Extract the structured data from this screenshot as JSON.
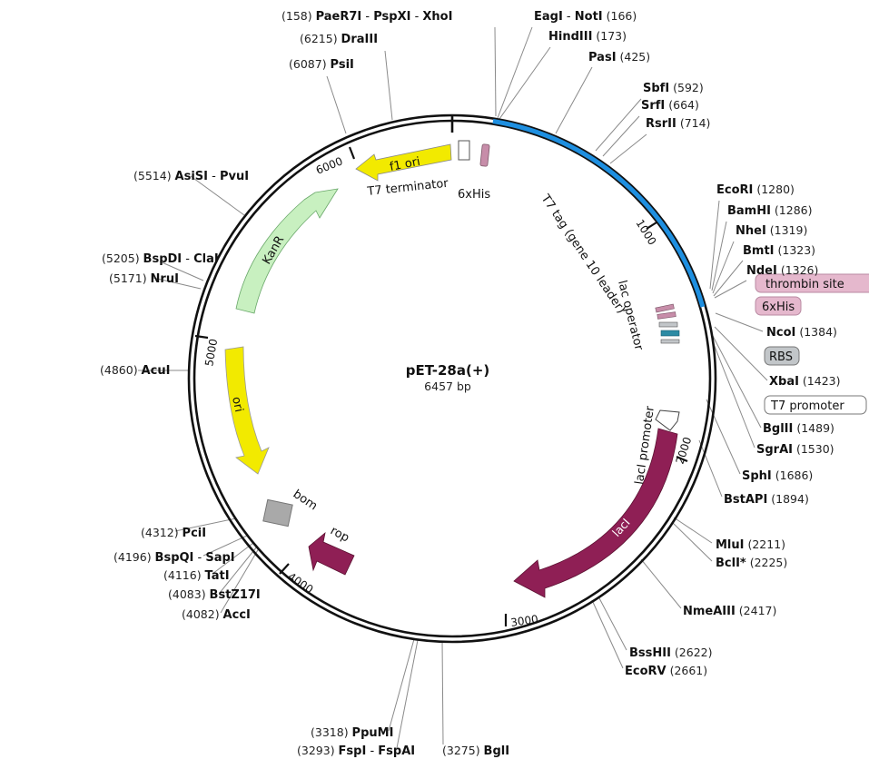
{
  "title": "pET-28a(+)",
  "subtitle": "6457 bp",
  "colors": {
    "backbone": "#111111",
    "highlight": "#1e8fe0",
    "kanr": "#c8f0c0",
    "ori": "#f2ea00",
    "laci": "#8f1f55",
    "rop": "#8f1f55",
    "bom": "#a9a9a9",
    "pink_feature": "#c78da9",
    "rbs_box": "#c2c6c9",
    "thrombin_box": "#e5b8cd",
    "sixhis_box": "#e5b8cd",
    "teal_feature": "#2c8ba4",
    "lead_line": "#8a8a8a"
  },
  "ticks": [
    "1000",
    "2000",
    "3000",
    "4000",
    "5000",
    "6000"
  ],
  "features": {
    "f1_ori": "f1 ori",
    "kanr": "KanR",
    "ori": "ori",
    "laci": "lacI",
    "laci_promoter": "lacI promoter",
    "rop": "rop",
    "bom": "bom",
    "t7_terminator": "T7 terminator",
    "sixhis_top": "6xHis",
    "t7_tag": "T7 tag (gene 10 leader)",
    "lac_operator": "lac operator"
  },
  "boxed_labels": {
    "thrombin": "thrombin site",
    "sixhis": "6xHis",
    "rbs": "RBS",
    "t7_promoter": "T7 promoter"
  },
  "sites": [
    {
      "names": [
        "PaeR7I",
        "PspXI",
        "XhoI"
      ],
      "pos": "(158)"
    },
    {
      "names": [
        "DraIII"
      ],
      "pos": "(6215)"
    },
    {
      "names": [
        "PsiI"
      ],
      "pos": "(6087)"
    },
    {
      "names": [
        "EagI",
        "NotI"
      ],
      "pos": "(166)"
    },
    {
      "names": [
        "HindIII"
      ],
      "pos": "(173)"
    },
    {
      "names": [
        "PasI"
      ],
      "pos": "(425)"
    },
    {
      "names": [
        "SbfI"
      ],
      "pos": "(592)"
    },
    {
      "names": [
        "SrfI"
      ],
      "pos": "(664)"
    },
    {
      "names": [
        "RsrII"
      ],
      "pos": "(714)"
    },
    {
      "names": [
        "EcoRI"
      ],
      "pos": "(1280)"
    },
    {
      "names": [
        "BamHI"
      ],
      "pos": "(1286)"
    },
    {
      "names": [
        "NheI"
      ],
      "pos": "(1319)"
    },
    {
      "names": [
        "BmtI"
      ],
      "pos": "(1323)"
    },
    {
      "names": [
        "NdeI"
      ],
      "pos": "(1326)"
    },
    {
      "names": [
        "NcoI"
      ],
      "pos": "(1384)"
    },
    {
      "names": [
        "XbaI"
      ],
      "pos": "(1423)"
    },
    {
      "names": [
        "BglII"
      ],
      "pos": "(1489)"
    },
    {
      "names": [
        "SgrAI"
      ],
      "pos": "(1530)"
    },
    {
      "names": [
        "SphI"
      ],
      "pos": "(1686)"
    },
    {
      "names": [
        "BstAPI"
      ],
      "pos": "(1894)"
    },
    {
      "names": [
        "MluI"
      ],
      "pos": "(2211)"
    },
    {
      "names": [
        "BclI*"
      ],
      "pos": "(2225)"
    },
    {
      "names": [
        "NmeAIII"
      ],
      "pos": "(2417)"
    },
    {
      "names": [
        "BssHII"
      ],
      "pos": "(2622)"
    },
    {
      "names": [
        "EcoRV"
      ],
      "pos": "(2661)"
    },
    {
      "names": [
        "BglI"
      ],
      "pos": "(3275)"
    },
    {
      "names": [
        "PpuMI"
      ],
      "pos": "(3318)"
    },
    {
      "names": [
        "FspI",
        "FspAI"
      ],
      "pos": "(3293)"
    },
    {
      "names": [
        "AccI"
      ],
      "pos": "(4082)"
    },
    {
      "names": [
        "BstZ17I"
      ],
      "pos": "(4083)"
    },
    {
      "names": [
        "TatI"
      ],
      "pos": "(4116)"
    },
    {
      "names": [
        "BspQI",
        "SapI"
      ],
      "pos": "(4196)"
    },
    {
      "names": [
        "PciI"
      ],
      "pos": "(4312)"
    },
    {
      "names": [
        "AcuI"
      ],
      "pos": "(4860)"
    },
    {
      "names": [
        "NruI"
      ],
      "pos": "(5171)"
    },
    {
      "names": [
        "BspDI",
        "ClaI"
      ],
      "pos": "(5205)"
    },
    {
      "names": [
        "AsiSI",
        "PvuI"
      ],
      "pos": "(5514)"
    }
  ]
}
